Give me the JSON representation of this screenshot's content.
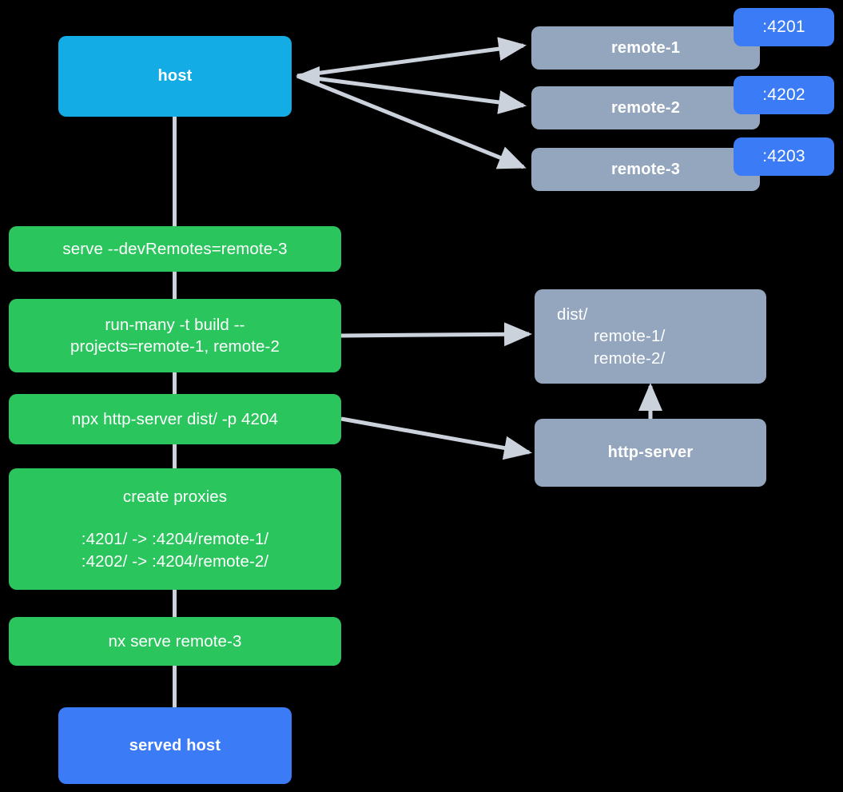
{
  "diagram": {
    "title": "nx module federation host and remotes serve flow",
    "background": "#000000",
    "colors": {
      "host_blue": "#13ACE4",
      "served_blue": "#3B7CF6",
      "command_green": "#2BC55E",
      "box_gray": "#94A6BE",
      "edge_gray": "#CBD2DC",
      "badge_blue": "#3B7CF6",
      "text_white": "#FFFFFF"
    }
  },
  "nodes": {
    "host": {
      "label": "host"
    },
    "served_host": {
      "label": "served host"
    },
    "remotes": [
      {
        "label": "remote-1",
        "port": ":4201"
      },
      {
        "label": "remote-2",
        "port": ":4202"
      },
      {
        "label": "remote-3",
        "port": ":4203"
      }
    ],
    "dist": {
      "line1": "dist/",
      "line2": "remote-1/",
      "line3": "remote-2/"
    },
    "http_server": {
      "label": "http-server"
    }
  },
  "commands": [
    {
      "id": "serve-dev-remotes",
      "text": "serve --devRemotes=remote-3"
    },
    {
      "id": "run-many-build",
      "line1": "run-many -t build --",
      "line2": "projects=remote-1, remote-2"
    },
    {
      "id": "npx-http-server",
      "text": "npx http-server dist/ -p 4204"
    },
    {
      "id": "create-proxies",
      "title": "create proxies",
      "mapping1": ":4201/ -> :4204/remote-1/",
      "mapping2": ":4202/ -> :4204/remote-2/"
    },
    {
      "id": "nx-serve-remote-3",
      "text": "nx serve remote-3"
    }
  ],
  "edges": [
    {
      "from": "host",
      "to": "remote-1"
    },
    {
      "from": "host",
      "to": "remote-2"
    },
    {
      "from": "host",
      "to": "remote-3"
    },
    {
      "from": "run-many-build",
      "to": "dist"
    },
    {
      "from": "npx-http-server",
      "to": "http-server"
    },
    {
      "from": "http-server",
      "to": "dist"
    }
  ]
}
